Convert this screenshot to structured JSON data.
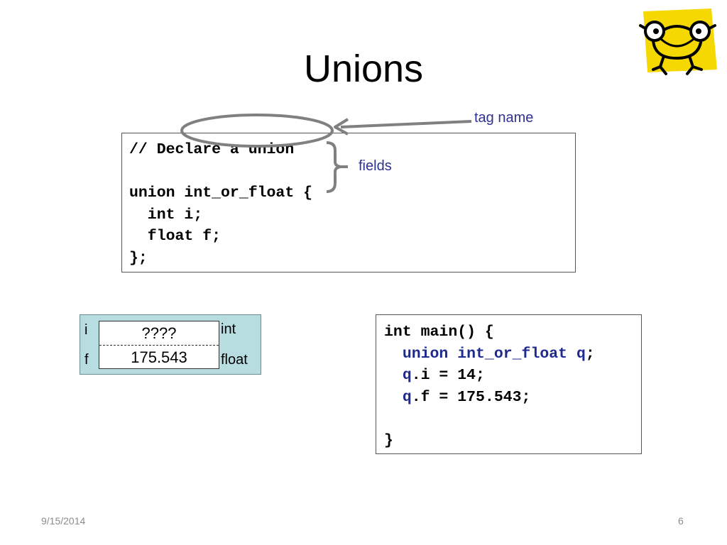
{
  "slide": {
    "title": "Unions",
    "date": "9/15/2014",
    "page_number": "6"
  },
  "annotations": {
    "tag_name": "tag name",
    "fields": "fields"
  },
  "declaration_code": {
    "lines": [
      "// Declare a union",
      "",
      "union int_or_float {",
      "  int i;",
      "  float f;",
      "};"
    ]
  },
  "main_code": {
    "line1": "int main() {",
    "line2_indent": "  ",
    "line2_kw": "union int_or_float q",
    "line2_end": ";",
    "line3_indent": "  ",
    "line3_var": "q",
    "line3_rest": ".i = 14;",
    "line4_indent": "  ",
    "line4_var": "q",
    "line4_rest": ".f = 175.543;",
    "line6": "}"
  },
  "memory_diagram": {
    "field_i": "i",
    "field_f": "f",
    "type_int": "int",
    "type_float": "float",
    "value_top": "????",
    "value_bottom": "175.543"
  },
  "colors": {
    "annotation_text": "#2e3192",
    "keyword_blue": "#1f2a8f",
    "panel_bg": "#b8dde0",
    "annotation_stroke": "#808080",
    "mascot_yellow": "#f5d800"
  }
}
